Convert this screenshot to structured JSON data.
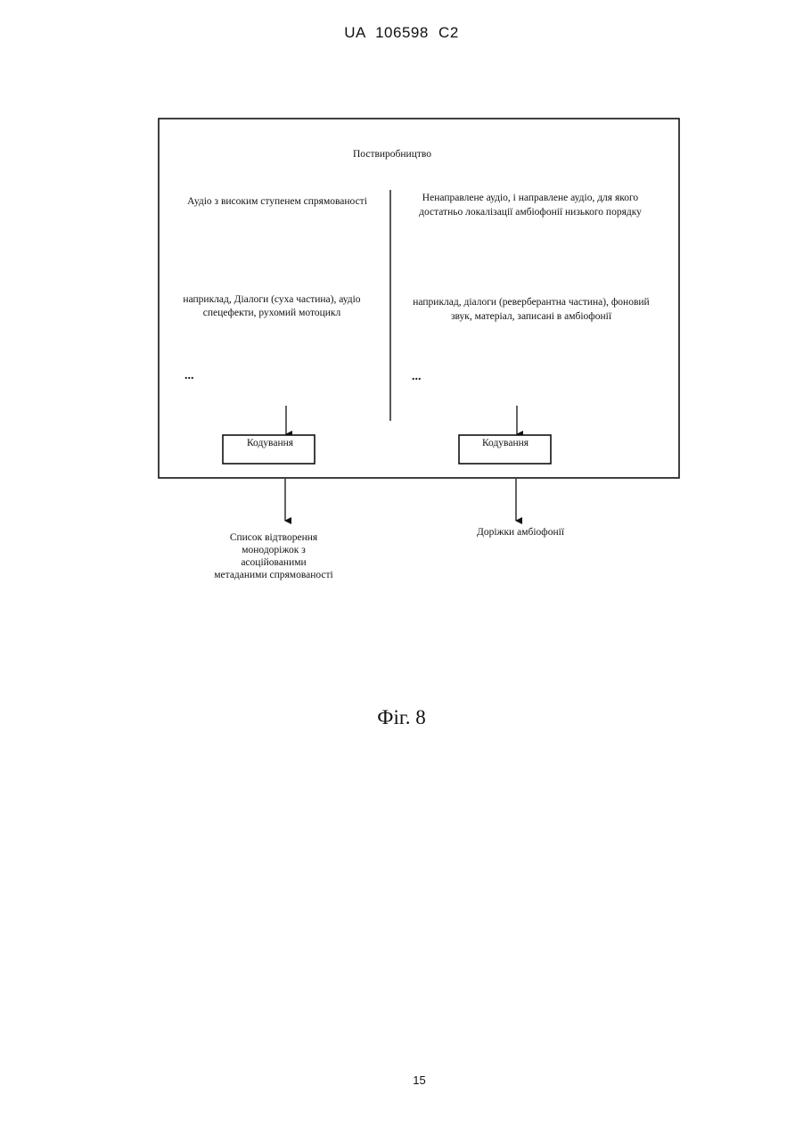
{
  "header": {
    "patent_number": "UA 106598 C2"
  },
  "diagram": {
    "outer_title": "Поствиробництво",
    "left": {
      "heading": "Аудіо з високим ступенем спрямованості",
      "example_lines": [
        "наприклад, Діалоги (суха частина), аудіо",
        "спецефекти, рухомий мотоцикл"
      ],
      "ellipsis": "...",
      "encode_label": "Кодування",
      "output_lines": [
        "Список відтворення",
        "монодоріжок з",
        "асоційованими",
        "метаданими спрямованості"
      ]
    },
    "right": {
      "heading_lines": [
        "Ненаправлене аудіо, і направлене аудіо, для якого",
        "достатньо локалізації амбіофонії низького порядку"
      ],
      "example_lines": [
        "наприклад, діалоги (реверберантна частина), фоновий",
        "звук, матеріал, записані в амбіофонії"
      ],
      "ellipsis": "...",
      "encode_label": "Кодування",
      "output_label": "Доріжки амбіофонії"
    }
  },
  "figure_caption": "Фіг. 8",
  "page_number": "15"
}
